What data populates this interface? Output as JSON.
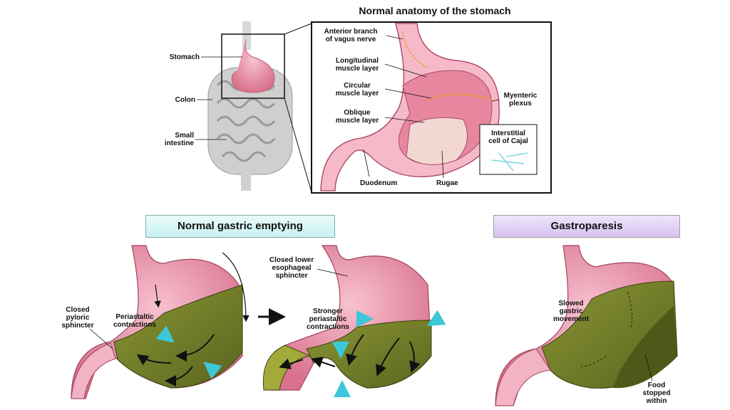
{
  "title": "Normal anatomy of the stomach",
  "overview_labels": {
    "stomach": "Stomach",
    "colon": "Colon",
    "small_intestine_1": "Small",
    "small_intestine_2": "intestine"
  },
  "anatomy_labels": {
    "vagus_1": "Anterior branch",
    "vagus_2": "of vagus nerve",
    "longitudinal_1": "Longitudinal",
    "longitudinal_2": "muscle layer",
    "circular_1": "Circular",
    "circular_2": "muscle layer",
    "oblique_1": "Oblique",
    "oblique_2": "muscle layer",
    "myenteric_1": "Myenteric",
    "myenteric_2": "plexus",
    "icc_1": "Interstitial",
    "icc_2": "cell of Cajal",
    "duodenum": "Duodenum",
    "rugae": "Rugae"
  },
  "normal": {
    "title": "Normal gastric emptying",
    "pyloric_1": "Closed",
    "pyloric_2": "pyloric",
    "pyloric_3": "sphincter",
    "peri_1": "Periastaltic",
    "peri_2": "contractions",
    "les_1": "Closed lower",
    "les_2": "esophageal",
    "les_3": "sphincter",
    "stronger_1": "Stronger",
    "stronger_2": "periastaltic",
    "stronger_3": "contractions"
  },
  "gastroparesis": {
    "title": "Gastroparesis",
    "slowed_1": "Slowed",
    "slowed_2": "gastric",
    "slowed_3": "movement",
    "food_1": "Food",
    "food_2": "stopped",
    "food_3": "within"
  },
  "colors": {
    "stomach_pink": "#e98ca0",
    "food_green": "#6f7a25",
    "duodenum_pink": "#f2b3c4",
    "arrow_cyan": "#3cc8d8",
    "normal_header": "#c8f1f1",
    "gastro_header": "#d5c2f0"
  }
}
